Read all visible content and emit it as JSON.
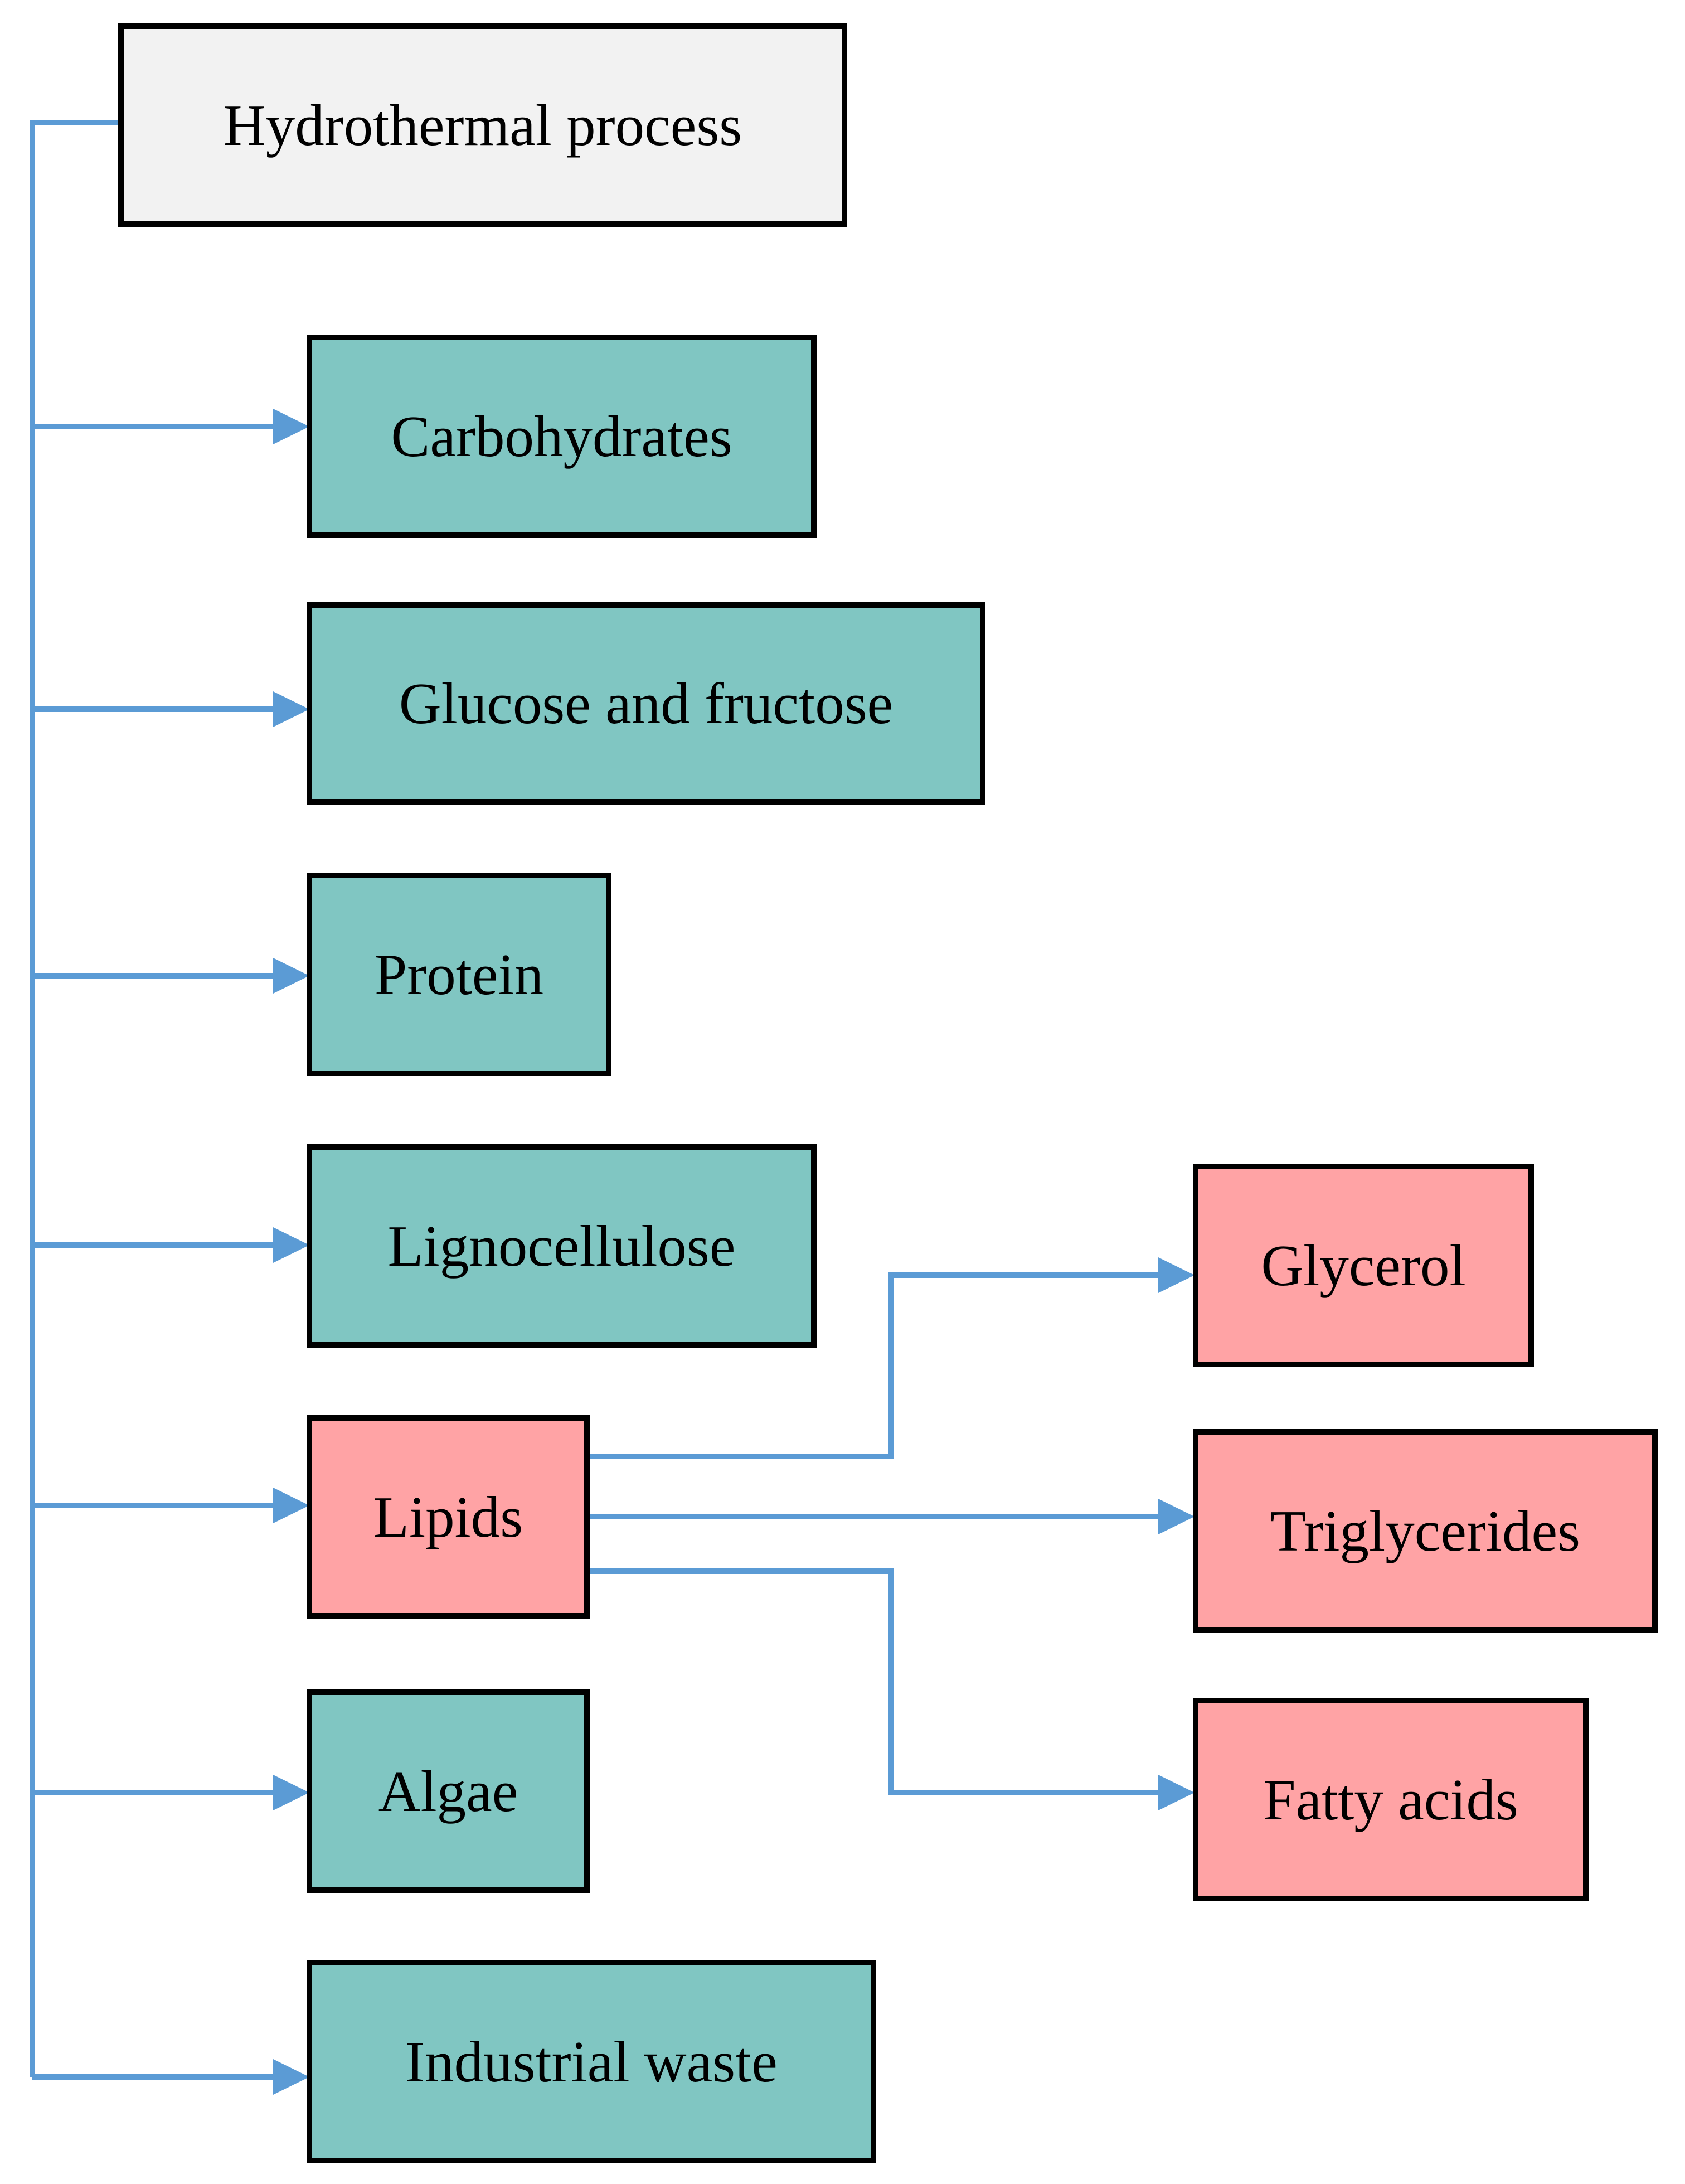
{
  "diagram": {
    "root": {
      "label": "Hydrothermal process"
    },
    "categories": [
      {
        "id": "carbohydrates",
        "label": "Carbohydrates"
      },
      {
        "id": "glucose-fructose",
        "label": "Glucose and fructose"
      },
      {
        "id": "protein",
        "label": "Protein"
      },
      {
        "id": "lignocellulose",
        "label": "Lignocellulose"
      },
      {
        "id": "lipids",
        "label": "Lipids"
      },
      {
        "id": "algae",
        "label": "Algae"
      },
      {
        "id": "industrial-waste",
        "label": "Industrial waste"
      }
    ],
    "lipid_products": [
      {
        "id": "glycerol",
        "label": "Glycerol"
      },
      {
        "id": "triglycerides",
        "label": "Triglycerides"
      },
      {
        "id": "fatty-acids",
        "label": "Fatty acids"
      }
    ],
    "edges": [
      {
        "from": "Hydrothermal process",
        "to": "Carbohydrates"
      },
      {
        "from": "Hydrothermal process",
        "to": "Glucose and fructose"
      },
      {
        "from": "Hydrothermal process",
        "to": "Protein"
      },
      {
        "from": "Hydrothermal process",
        "to": "Lignocellulose"
      },
      {
        "from": "Hydrothermal process",
        "to": "Lipids"
      },
      {
        "from": "Hydrothermal process",
        "to": "Algae"
      },
      {
        "from": "Hydrothermal process",
        "to": "Industrial waste"
      },
      {
        "from": "Lipids",
        "to": "Glycerol"
      },
      {
        "from": "Lipids",
        "to": "Triglycerides"
      },
      {
        "from": "Lipids",
        "to": "Fatty acids"
      }
    ]
  },
  "colors": {
    "root_fill": "#f2f2f2",
    "category_fill": "#80c6c2",
    "lipid_fill": "#ffa3a5",
    "border": "#000000",
    "connector": "#5b9bd5"
  }
}
